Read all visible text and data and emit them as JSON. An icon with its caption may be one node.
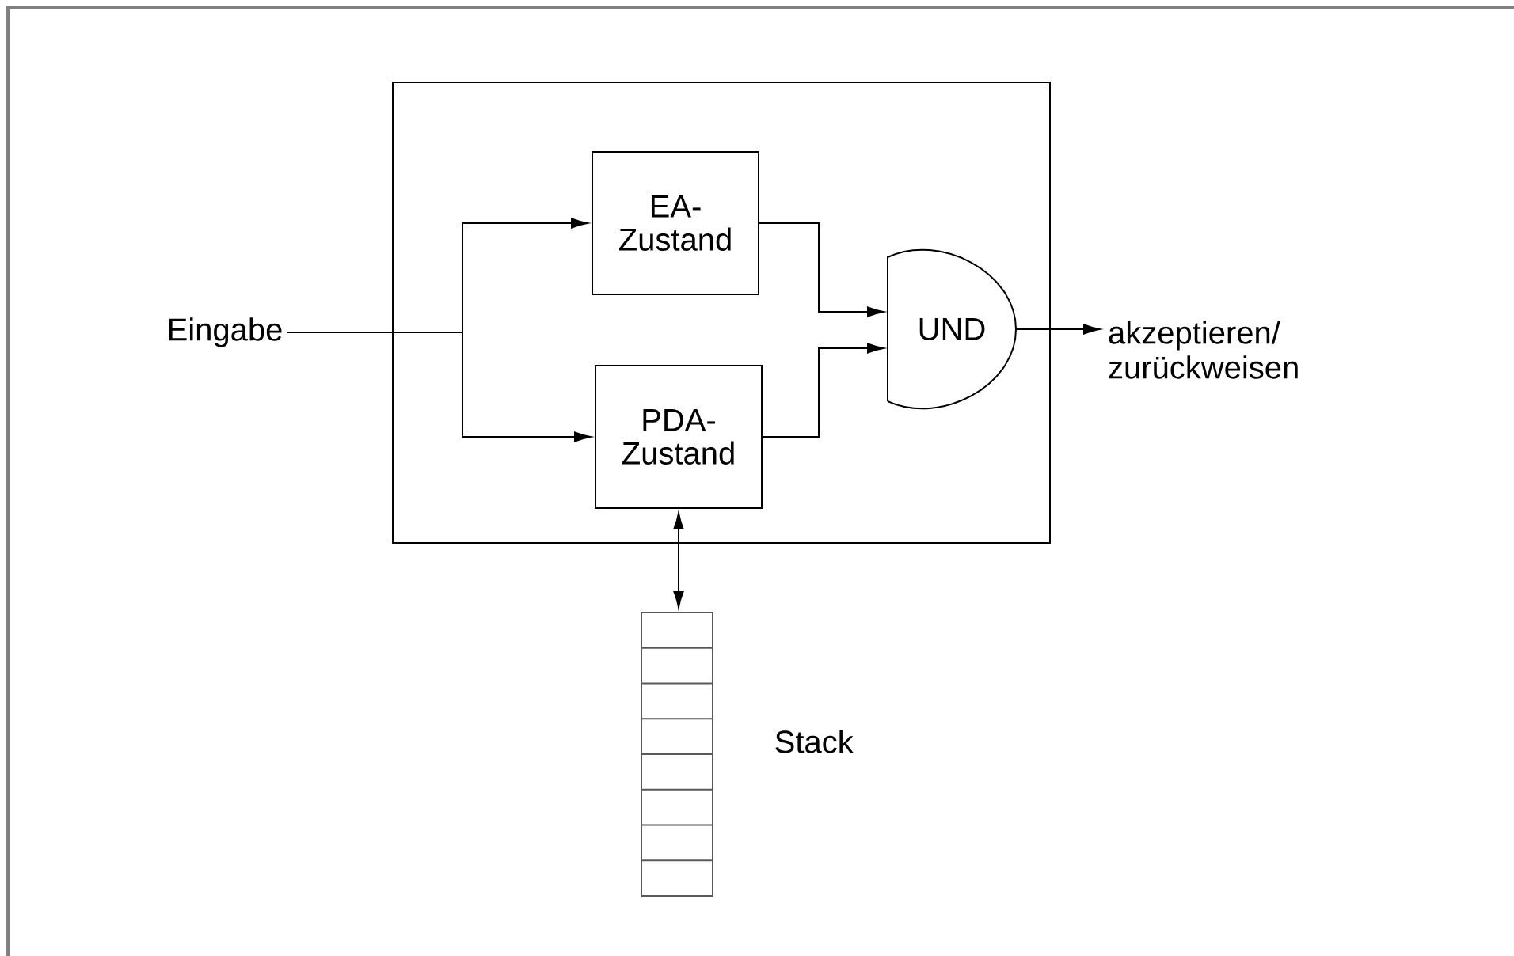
{
  "diagram": {
    "nodes": [
      {
        "text": [],
        "shape": "box"
      },
      {
        "text": [
          "Eingabe"
        ]
      },
      {
        "text": [
          "EA- Zustand"
        ],
        "in": 0
      },
      {
        "text": [
          "PDA- Zustand"
        ],
        "in": 0
      },
      {
        "text": [
          "UND"
        ],
        "in": 0
      },
      {
        "text": [
          "akzeptieren/ zurückweisen"
        ]
      },
      {
        "text": [],
        "shape": "box",
        "beside": [
          "Stack"
        ]
      }
    ],
    "edges": [
      {
        "from": 1,
        "to": 2,
        "arrow": "to"
      },
      {
        "from": 1,
        "to": 3,
        "arrow": "to"
      },
      {
        "from": 2,
        "to": 4,
        "arrow": "to"
      },
      {
        "from": 3,
        "to": 4,
        "arrow": "to"
      },
      {
        "from": 4,
        "to": 5,
        "arrow": "to"
      },
      {
        "from": 3,
        "to": 6,
        "arrow": "both"
      }
    ]
  }
}
